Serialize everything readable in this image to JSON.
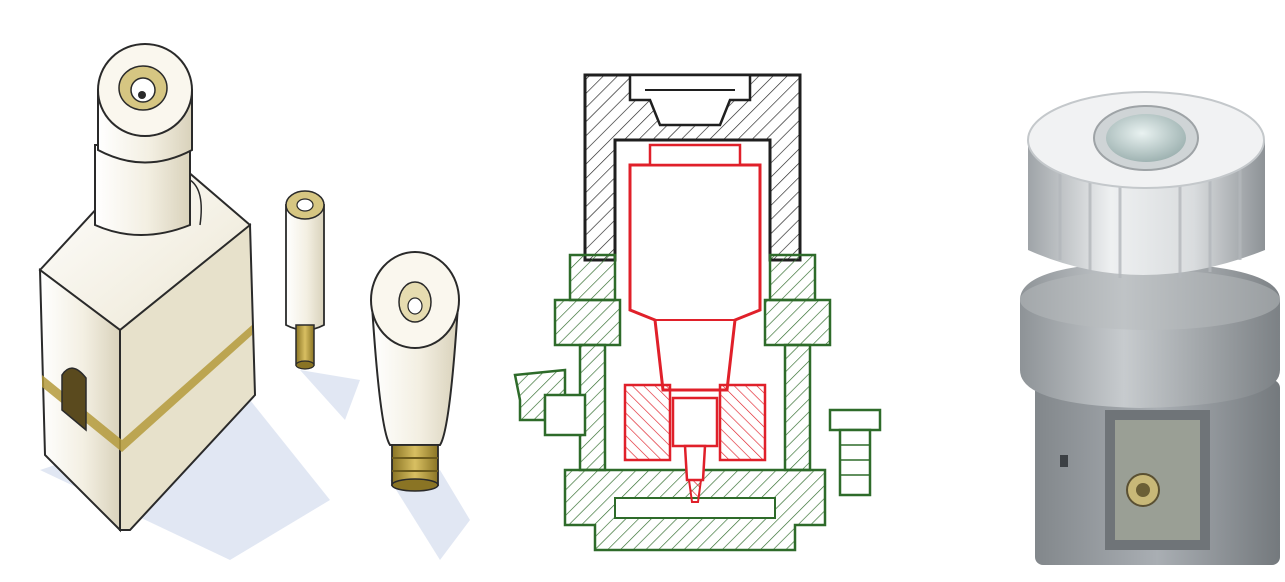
{
  "panels": [
    {
      "id": "sketch",
      "kind": "illustration",
      "subject": "fuse-base-cap-and-cartridge-sketch"
    },
    {
      "id": "section",
      "kind": "cross-section-drawing",
      "subject": "fuse-assembly-section"
    },
    {
      "id": "photo",
      "kind": "photograph",
      "subject": "porcelain-screw-fuse-holder"
    }
  ],
  "colors": {
    "background": "#ffffff",
    "porcelain": "#f3efe2",
    "porcelain_shadow": "#d9d2bb",
    "brass": "#b49a3c",
    "outline": "#2a2a2a",
    "shadow_blue": "#c9d3ea",
    "section_green": "#2e6b2a",
    "section_red": "#e0202a",
    "photo_gray": "#a9aeb3",
    "photo_dark": "#7d8287",
    "photo_light": "#e6e8ea"
  }
}
